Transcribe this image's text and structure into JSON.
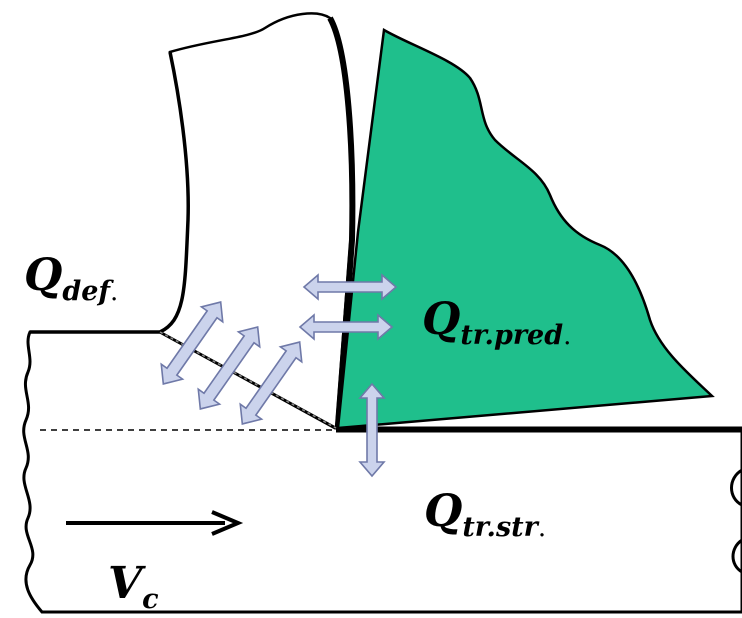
{
  "labels": {
    "q_def": {
      "main": "Q",
      "sub": "def",
      "dot": "."
    },
    "q_tr_pred": {
      "main": "Q",
      "sub": "tr.pred",
      "dot": "."
    },
    "q_tr_str": {
      "main": "Q",
      "sub": "tr.str",
      "dot": "."
    },
    "v_c": {
      "main": "V",
      "sub": "c"
    }
  },
  "colors": {
    "tool": "#1FBF8C",
    "heat_arrow_fill": "#CBD3EC",
    "heat_arrow_stroke": "#6F79A8",
    "outline": "#000000"
  }
}
